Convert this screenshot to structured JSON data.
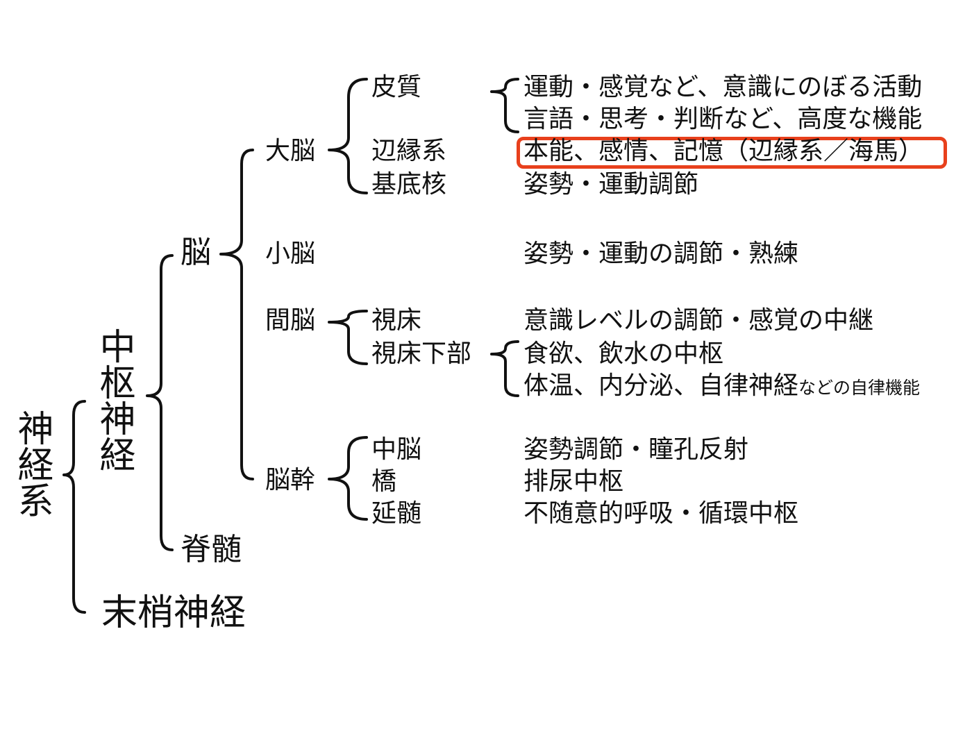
{
  "root": {
    "label": "神経系",
    "children": {
      "central": {
        "label": "中枢神経",
        "brain": {
          "label": "脳",
          "cerebrum": {
            "label": "大脳",
            "parts": {
              "cortex": "皮質",
              "limbic": "辺縁系",
              "basal": "基底核"
            }
          },
          "cerebellum": {
            "label": "小脳"
          },
          "diencephalon": {
            "label": "間脳",
            "parts": {
              "thalamus": "視床",
              "hypothalamus": "視床下部"
            }
          },
          "brainstem": {
            "label": "脳幹",
            "parts": {
              "midbrain": "中脳",
              "pons": "橋",
              "medulla": "延髄"
            }
          }
        },
        "spinal": {
          "label": "脊髄"
        }
      },
      "peripheral": {
        "label": "末梢神経"
      }
    }
  },
  "functions": {
    "cortex_1": "運動・感覚など、意識にのぼる活動",
    "cortex_2": "言語・思考・判断など、高度な機能",
    "limbic": "本能、感情、記憶（辺縁系／海馬）",
    "basal": "姿勢・運動調節",
    "cerebellum": "姿勢・運動の調節・熟練",
    "thalamus": "意識レベルの調節・感覚の中継",
    "hypothalamus_1": "食欲、飲水の中枢",
    "hypothalamus_2_main": "体温、内分泌、自律神経",
    "hypothalamus_2_small": "などの自律機能",
    "midbrain": "姿勢調節・瞳孔反射",
    "pons": "排尿中枢",
    "medulla": "不随意的呼吸・循環中枢"
  },
  "highlight_color": "#e8401c"
}
